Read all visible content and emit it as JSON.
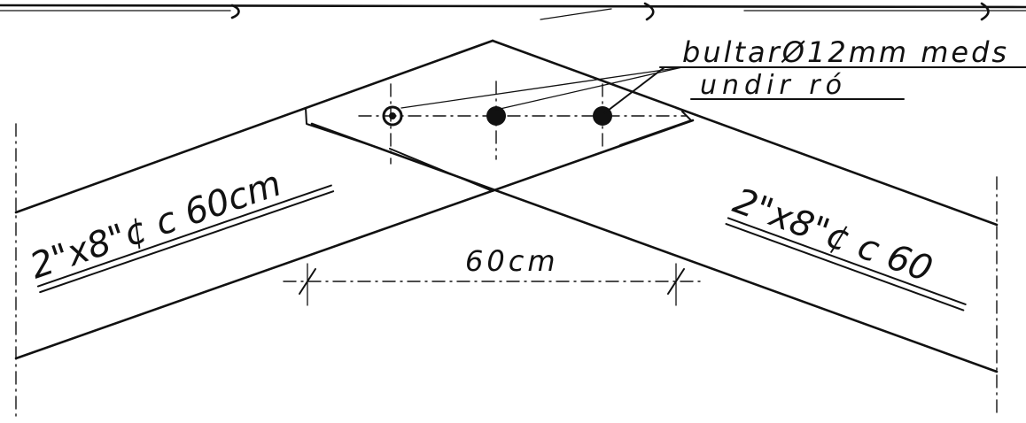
{
  "drawing": {
    "bolt_note_line1": "bultarØ12mm meds",
    "bolt_note_line2": "undir ró",
    "rafter_left_label": "2\"x8\"¢ c 60cm",
    "rafter_right_label": "2\"x8\"¢ c 60",
    "spacing_dimension": "60cm"
  }
}
